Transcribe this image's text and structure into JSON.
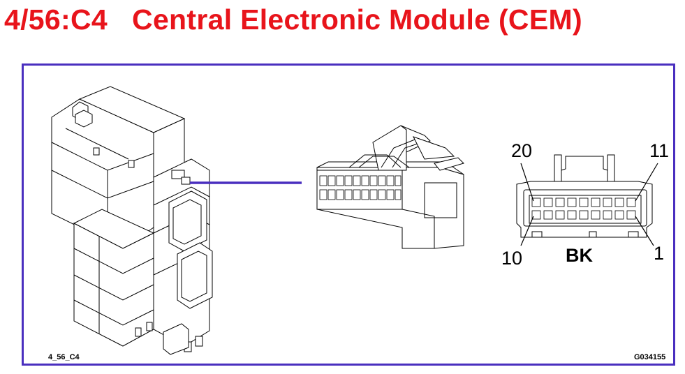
{
  "header": {
    "title": "4/56:C4   Central Electronic Module (CEM)"
  },
  "colors": {
    "title": "#e8141b",
    "frame": "#4a2fbf",
    "leader": "#4a2fbf"
  },
  "connector_face": {
    "pin_top_left": "20",
    "pin_top_right": "11",
    "pin_bottom_left": "10",
    "pin_bottom_right": "1",
    "color_code": "BK"
  },
  "footer": {
    "left_code": "4_56_C4",
    "right_code": "G034155"
  }
}
